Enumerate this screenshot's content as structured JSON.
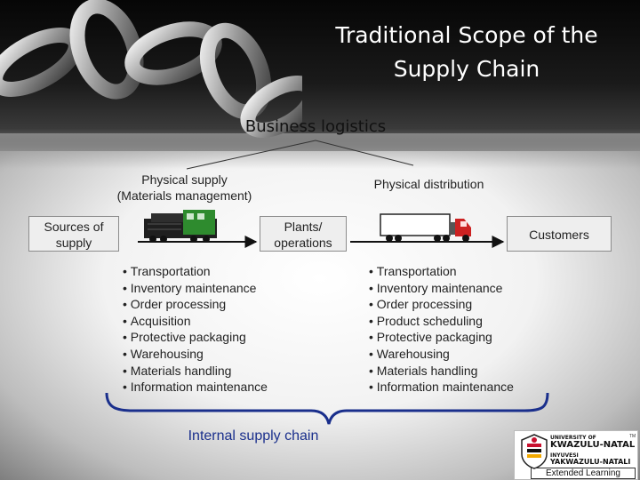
{
  "title": {
    "line1": "Traditional Scope of the",
    "line2": "Supply Chain"
  },
  "business_logistics": "Business logistics",
  "physical_supply": {
    "line1": "Physical supply",
    "line2": "(Materials management)"
  },
  "physical_distribution": "Physical distribution",
  "nodes": {
    "sources_line1": "Sources of",
    "sources_line2": "supply",
    "plants_line1": "Plants/",
    "plants_line2": "operations",
    "customers": "Customers"
  },
  "supply_activities": [
    "Transportation",
    "Inventory maintenance",
    "Order processing",
    "Acquisition",
    "Protective packaging",
    "Warehousing",
    "Materials handling",
    "Information maintenance"
  ],
  "distribution_activities": [
    "Transportation",
    "Inventory maintenance",
    "Order processing",
    "Product scheduling",
    "Protective packaging",
    "Warehousing",
    "Materials handling",
    "Information maintenance"
  ],
  "internal_supply_chain": "Internal supply chain",
  "logo": {
    "line1": "UNIVERSITY OF",
    "line2": "KWAZULU-NATAL",
    "line3": "INYUVESI",
    "line4": "YAKWAZULU-NATALI",
    "extended": "Extended Learning",
    "tm": "TM"
  },
  "colors": {
    "brace": "#1a2f8c",
    "label_blue": "#1a2f8c",
    "locomotive": "#2e8b2e",
    "truck_cab": "#cc2222"
  }
}
